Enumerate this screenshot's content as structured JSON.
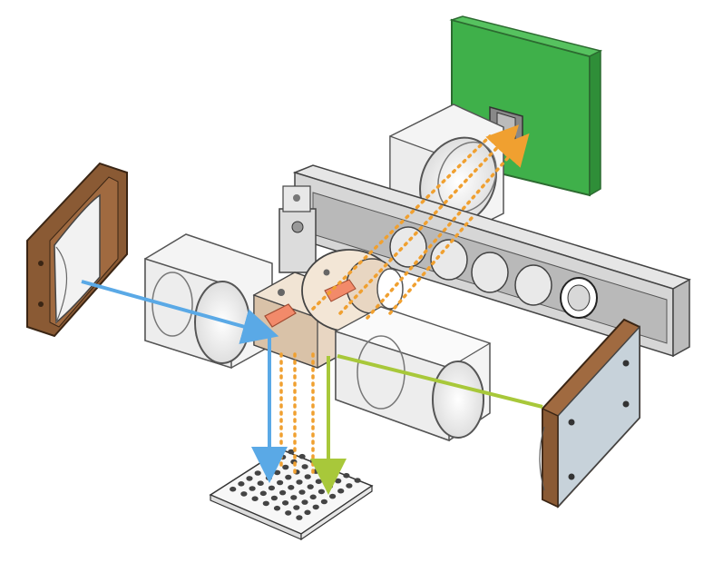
{
  "figure": {
    "colors": {
      "excitation_blue": "#5aa9e6",
      "excitation_green": "#a8c83a",
      "emission_orange": "#f0a030",
      "detector_green": "#3fb04a",
      "mount_brown": "#8a5a34",
      "filter_pink": "#f28a6a",
      "rail_gray": "#d0d0d0",
      "outline": "#404040"
    },
    "components": [
      {
        "id": "detector",
        "icon": "green-detector-box"
      },
      {
        "id": "left-light-source",
        "icon": "brown-lens-mount"
      },
      {
        "id": "right-light-source",
        "icon": "brown-panel-mount"
      },
      {
        "id": "filter-slider",
        "icon": "gray-rail-with-holes"
      },
      {
        "id": "microplate",
        "icon": "well-plate-grid"
      }
    ]
  }
}
